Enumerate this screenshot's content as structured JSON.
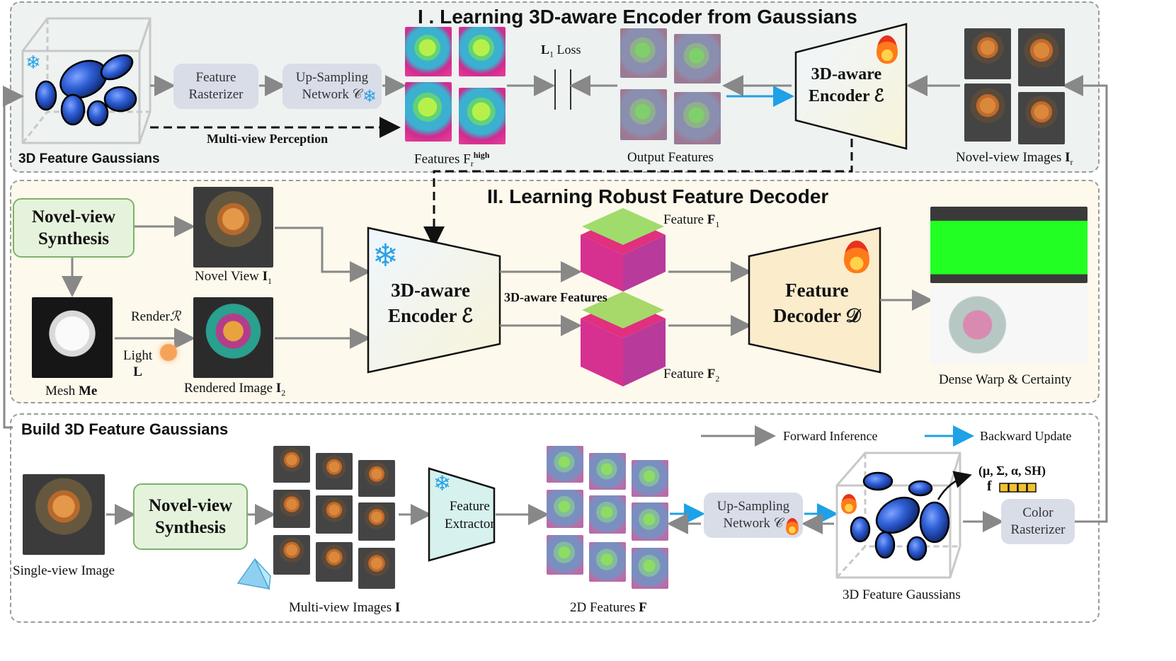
{
  "section1": {
    "title": "I . Learning 3D-aware Encoder from Gaussians"
  },
  "section2": {
    "title": "II. Learning Robust Feature Decoder"
  },
  "section3": {
    "title": "Build 3D Feature Gaussians"
  },
  "s1": {
    "gaussians_label": "3D Feature Gaussians",
    "feature_rasterizer": [
      "Feature",
      "Rasterizer"
    ],
    "upsampling": [
      "Up-Sampling",
      "Network 𝒞"
    ],
    "multiview_perception": "Multi-view Perception",
    "features_label": "Features F",
    "features_sub": "r",
    "features_sup": "high",
    "l1_loss": "L",
    "l1_sub": "1",
    "l1_rest": " Loss",
    "output_features": "Output Features",
    "encoder": [
      "3D-aware",
      "Encoder ℰ"
    ],
    "novel_view_images": "Novel-view Images ",
    "novel_view_images_var": "I",
    "novel_view_images_sub": "r"
  },
  "s2": {
    "nvs": [
      "Novel-view",
      "Synthesis"
    ],
    "novel_view": "Novel View ",
    "novel_view_var": "I",
    "novel_view_sub": "1",
    "mesh": "Mesh ",
    "mesh_var": "Me",
    "render": "Render",
    "render_var": "ℛ",
    "light": "Light",
    "light_var": "L",
    "rendered": "Rendered Image ",
    "rendered_var": "I",
    "rendered_sub": "2",
    "encoder": [
      "3D-aware",
      "Encoder ℰ"
    ],
    "aware_features": "3D-aware Features",
    "feature_f1": "Feature ",
    "feature_f1_var": "F",
    "feature_f1_sub": "1",
    "feature_f2": "Feature ",
    "feature_f2_var": "F",
    "feature_f2_sub": "2",
    "decoder": [
      "Feature",
      "Decoder 𝒟"
    ],
    "dense_warp": "Dense Warp &  Certainty"
  },
  "s3": {
    "single_view": "Single-view Image",
    "nvs": [
      "Novel-view",
      "Synthesis"
    ],
    "multiview": "Multi-view Images ",
    "multiview_var": "I",
    "extractor": [
      "Feature",
      "Extractor"
    ],
    "features_2d": "2D Features ",
    "features_2d_var": "F",
    "upsampling": [
      "Up-Sampling",
      "Network 𝒞"
    ],
    "gaussians_label": "3D Feature Gaussians",
    "params": "(μ, Σ, α, SH)",
    "f_label": "f",
    "color_rasterizer": [
      "Color",
      "Rasterizer"
    ],
    "legend_forward": "Forward Inference",
    "legend_backward": "Backward Update"
  },
  "icons": {
    "frozen": "snowflake-icon",
    "trainable": "flame-icon",
    "light": "lightbulb-icon"
  },
  "colors": {
    "forward": "#888888",
    "backward": "#1ea1e6",
    "panel1_bg": "#eef2f1",
    "panel2_bg": "#fdf9ec",
    "encoder_fill": "#f4f6e6",
    "decoder_fill": "#fbeccc",
    "extractor_fill": "#d6f1ee"
  }
}
